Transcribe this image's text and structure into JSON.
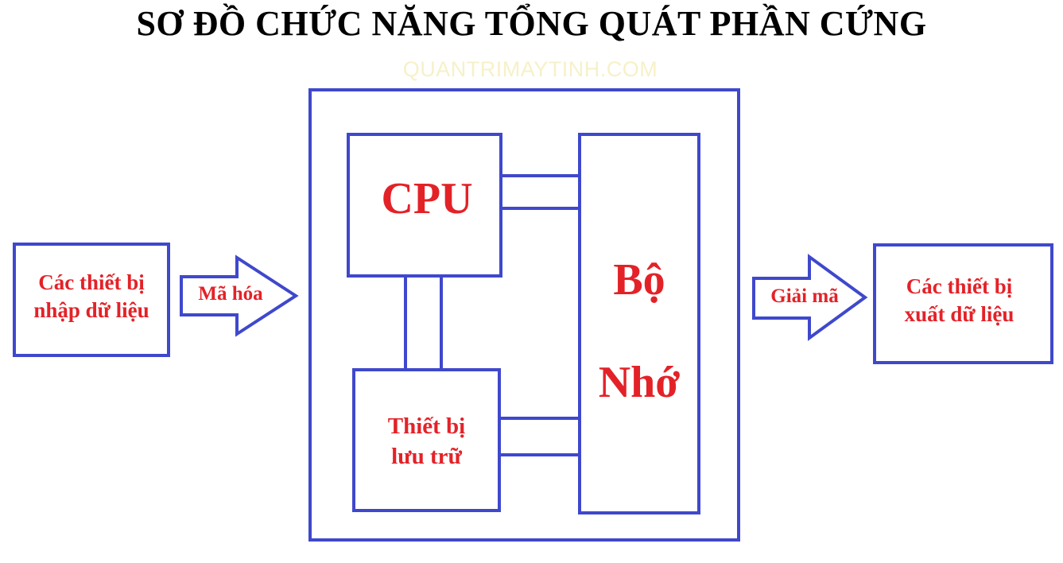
{
  "title": "SƠ ĐỒ CHỨC NĂNG TỔNG QUÁT PHẦN CỨNG",
  "watermark": "QUANTRIMAYTINH.COM",
  "colors": {
    "box_stroke": "#3f48cc",
    "label_text": "#e32228",
    "title_text": "#000000",
    "watermark_text": "#f6f1c8"
  },
  "nodes": {
    "input_devices": {
      "line1": "Các thiết bị",
      "line2": "nhập dữ liệu"
    },
    "encode_arrow": {
      "label": "Mã hóa"
    },
    "cpu": {
      "label": "CPU"
    },
    "memory": {
      "line1": "Bộ",
      "line2": "Nhớ"
    },
    "storage": {
      "line1": "Thiết bị",
      "line2": "lưu trữ"
    },
    "decode_arrow": {
      "label": "Giải mã"
    },
    "output_devices": {
      "line1": "Các thiết bị",
      "line2": "xuất dữ liệu"
    }
  }
}
